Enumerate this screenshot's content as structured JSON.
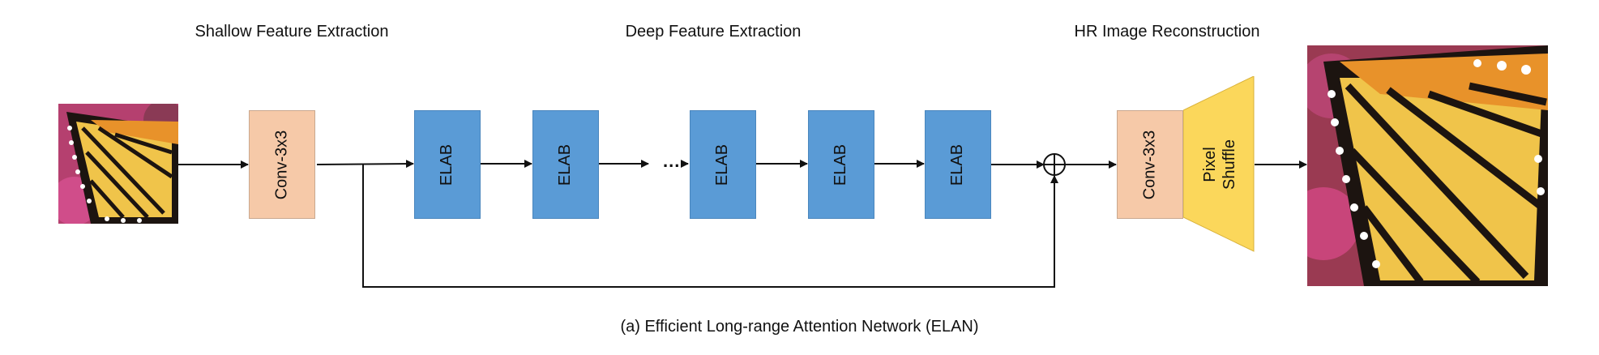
{
  "sections": {
    "shallow": "Shallow Feature Extraction",
    "deep": "Deep Feature Extraction",
    "reconstruction": "HR Image Reconstruction"
  },
  "blocks": {
    "conv_in": "Conv-3x3",
    "elab": [
      "ELAB",
      "ELAB",
      "ELAB",
      "ELAB",
      "ELAB"
    ],
    "ellipsis": "...",
    "conv_out": "Conv-3x3",
    "pixel_shuffle": [
      "Pixel",
      "Shuffle"
    ]
  },
  "caption": "(a) Efficient Long-range Attention Network (ELAN)",
  "colors": {
    "conv": "#f6c9a8",
    "elab": "#5a9bd6",
    "pixel_shuffle": "#fbd75b",
    "wire": "#111111"
  }
}
